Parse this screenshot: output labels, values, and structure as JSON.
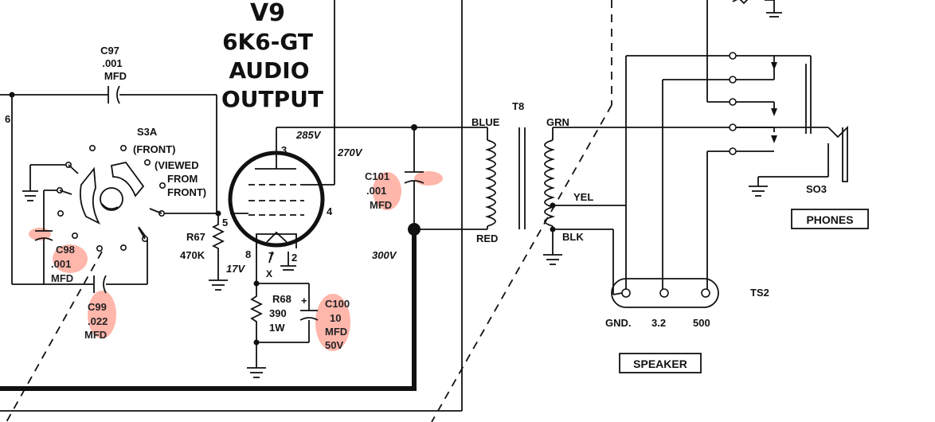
{
  "tube": {
    "ref": "V9",
    "type": "6K6-GT",
    "function_line1": "AUDIO",
    "function_line2": "OUTPUT",
    "pin3": "3",
    "pin4": "4",
    "pin5": "5",
    "pin7": "7",
    "pin2": "2",
    "pin8": "8",
    "pin_x": "X"
  },
  "voltages": {
    "v285": "285V",
    "v270": "270V",
    "v300": "300V",
    "v17": "17V"
  },
  "switch": {
    "ref": "S3A",
    "line1": "(FRONT)",
    "line2": "(VIEWED",
    "line3": "FROM",
    "line4": "FRONT)"
  },
  "components": {
    "c97": {
      "ref": "C97",
      "value": ".001",
      "unit": "MFD"
    },
    "c98": {
      "ref": "C98",
      "value": ".001",
      "unit": "MFD"
    },
    "c99": {
      "ref": "C99",
      "value": ".022",
      "unit": "MFD"
    },
    "c101": {
      "ref": "C101",
      "value": ".001",
      "unit": "MFD"
    },
    "c100": {
      "ref": "C100",
      "value": "10",
      "unit": "MFD",
      "rating": "50V"
    },
    "r67": {
      "ref": "R67",
      "value": "470K"
    },
    "r68": {
      "ref": "R68",
      "value": "390",
      "rating": "1W"
    }
  },
  "transformer": {
    "ref": "T8",
    "blue": "BLUE",
    "red": "RED",
    "grn": "GRN",
    "yel": "YEL",
    "blk": "BLK"
  },
  "phones": {
    "jack": "SO3",
    "label": "PHONES"
  },
  "speaker": {
    "strip": "TS2",
    "gnd": "GND.",
    "tap1": "3.2",
    "tap2": "500",
    "label": "SPEAKER"
  },
  "edge_fragment": "6",
  "highlight_color": "#ff7a66"
}
